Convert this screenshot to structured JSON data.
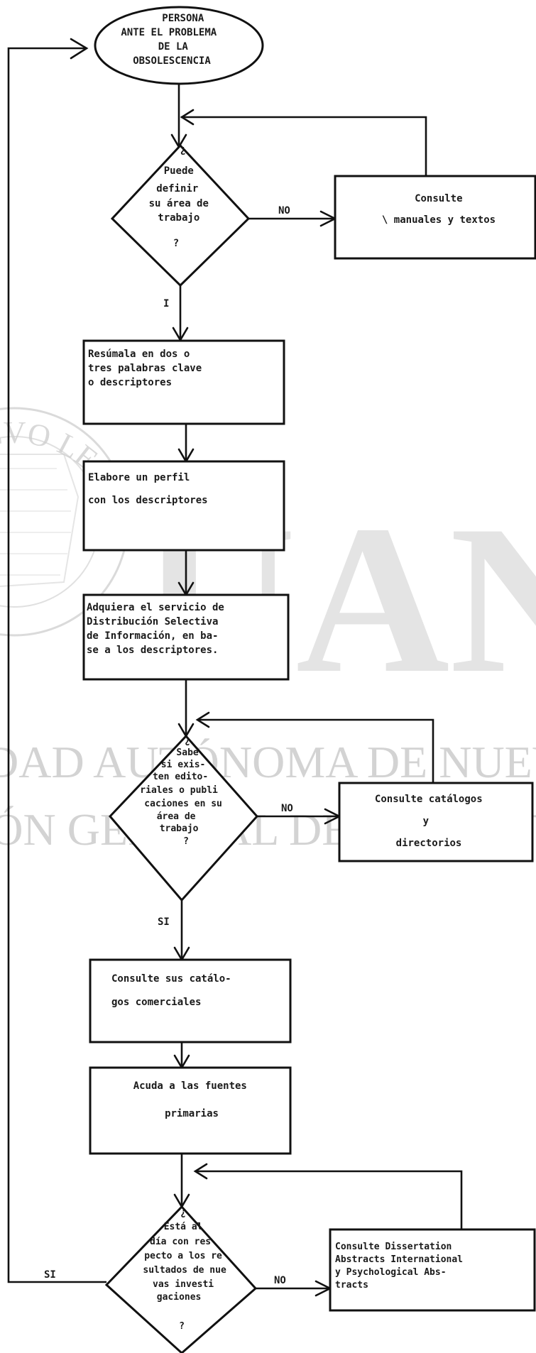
{
  "watermark": {
    "big": "UAN",
    "line1": "DAD AUTÓNOMA DE NUEVO",
    "line2": "IÓN GENERAL DE BIBLIOTECA",
    "seal_text": "AD NUEVO LEÓN"
  },
  "nodes": {
    "start": {
      "lines": [
        "PERSONA",
        "ANTE EL PROBLEMA",
        "DE LA",
        "OBSOLESCENCIA"
      ]
    },
    "d1": {
      "lines": [
        "¿",
        "Puede",
        "definir",
        "su área de",
        "trabajo",
        "?"
      ]
    },
    "c1": {
      "lines": [
        "Consulte",
        "\\ manuales y textos"
      ]
    },
    "b1": {
      "lines": [
        "Resúmala en dos o",
        "tres palabras clave",
        "o descriptores"
      ]
    },
    "b2": {
      "lines": [
        "Elabore un perfil",
        "con los descriptores"
      ]
    },
    "b3": {
      "lines": [
        "Adquiera el servicio de",
        "Distribución Selectiva",
        "de Información, en ba-",
        "se a los descriptores."
      ]
    },
    "d2": {
      "lines": [
        "¿",
        "Sabe",
        "si exis-",
        "ten edito-",
        "riales o publi",
        "caciones en su",
        "área de",
        "trabajo",
        "?"
      ]
    },
    "c2": {
      "lines": [
        "Consulte catálogos",
        "y",
        "directorios"
      ]
    },
    "b4": {
      "lines": [
        "Consulte sus catálo-",
        "gos comerciales"
      ]
    },
    "b5": {
      "lines": [
        "Acuda a las fuentes",
        "primarias"
      ]
    },
    "d3": {
      "lines": [
        "¿",
        "Está al",
        "día con res",
        "pecto a los re",
        "sultados de nue",
        "vas investi",
        "gaciones",
        "?"
      ]
    },
    "c3": {
      "lines": [
        "Consulte Dissertation",
        "Abstracts International",
        "y Psychological Abs-",
        "tracts"
      ]
    }
  },
  "edges": {
    "d1_no": "NO",
    "d1_yes": "I",
    "d2_no": "NO",
    "d2_yes": "SI",
    "d3_no": "NO",
    "d3_yes": "SI"
  }
}
